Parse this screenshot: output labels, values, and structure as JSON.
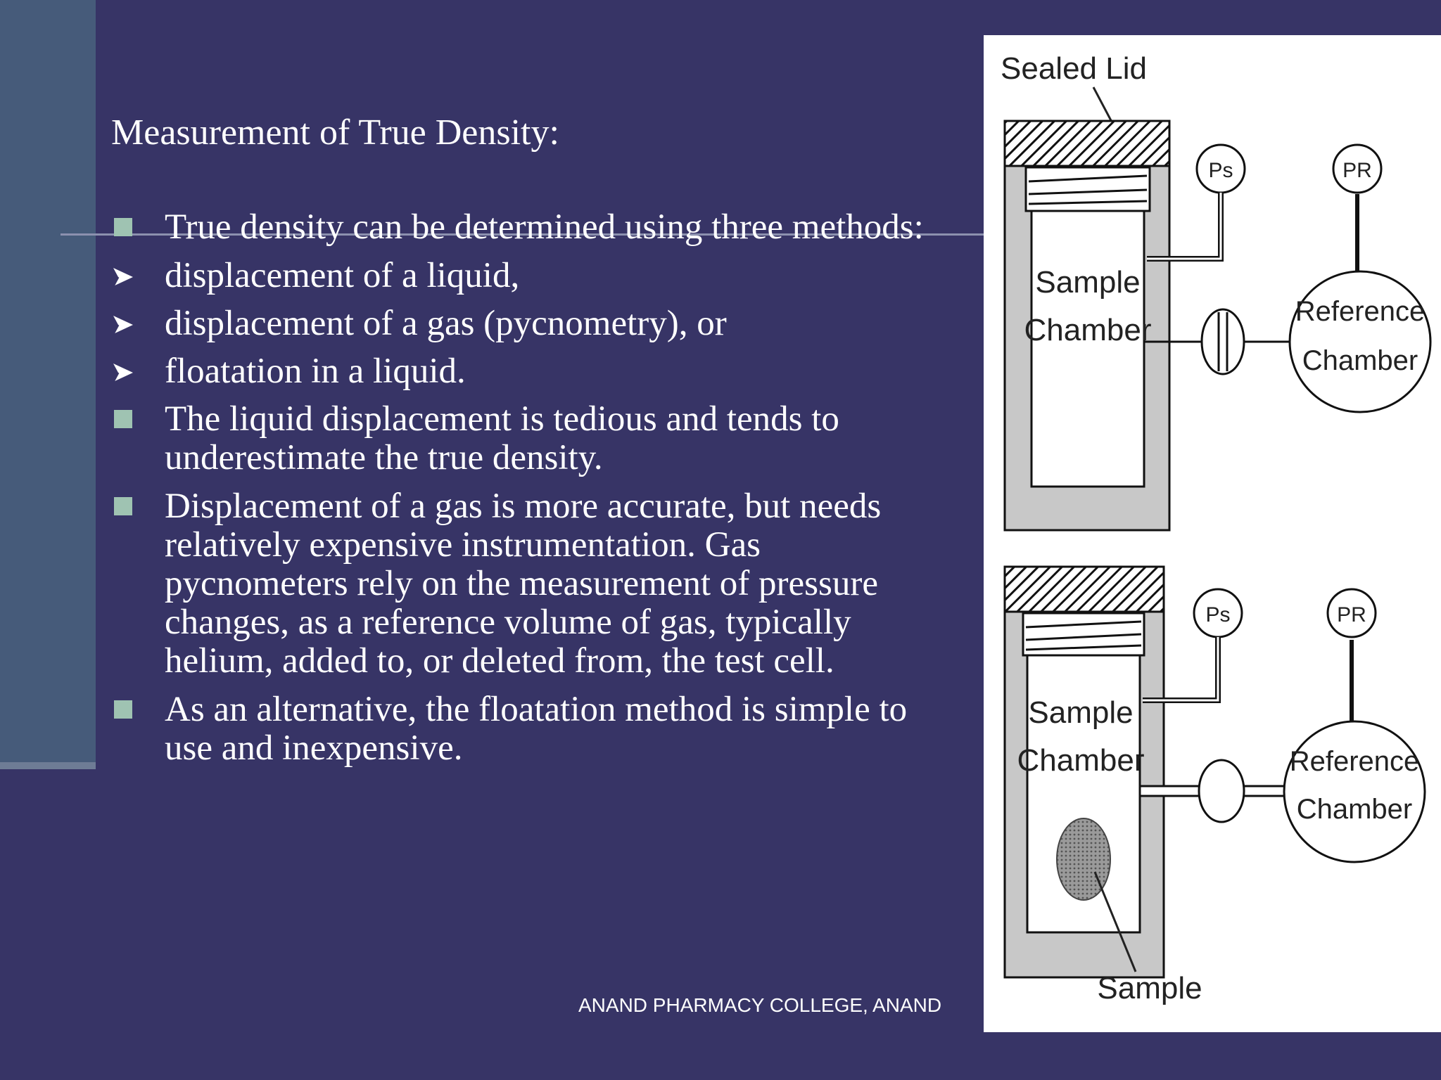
{
  "slide": {
    "title": "Measurement of True Density:",
    "bullets": [
      {
        "marker": "square",
        "text": "True density can be determined using three methods:"
      },
      {
        "marker": "arrow",
        "text": "displacement of a liquid,"
      },
      {
        "marker": "arrow",
        "text": "displacement of a gas (pycnometry), or"
      },
      {
        "marker": "arrow",
        "text": "floatation in a liquid."
      },
      {
        "marker": "square",
        "text": "The liquid displacement is tedious and tends to underestimate the true density."
      },
      {
        "marker": "square",
        "text": "Displacement of a gas is more accurate, but needs relatively expensive instrumentation. Gas pycnometers rely on the measurement of pressure changes, as a reference volume of gas, typically helium, added to, or deleted from, the test cell."
      },
      {
        "marker": "square",
        "text": " As an alternative, the floatation method is simple to use and inexpensive."
      }
    ],
    "footer": "ANAND PHARMACY COLLEGE, ANAND"
  },
  "diagram": {
    "sealed_lid_label": "Sealed Lid",
    "top": {
      "sample_chamber_label_line1": "Sample",
      "sample_chamber_label_line2": "Chamber",
      "gauge_sample": "Ps",
      "gauge_reference": "PR",
      "reference_chamber_label_line1": "Reference",
      "reference_chamber_label_line2": "Chamber"
    },
    "bottom": {
      "sample_chamber_label_line1": "Sample",
      "sample_chamber_label_line2": "Chamber",
      "gauge_sample": "Ps",
      "gauge_reference": "PR",
      "reference_chamber_label_line1": "Reference",
      "reference_chamber_label_line2": "Chamber",
      "sample_label": "Sample"
    }
  },
  "colors": {
    "background": "#373466",
    "left_band": "#465B7A",
    "bullet_square": "#9FC3B2",
    "text": "#FFFFFF"
  }
}
